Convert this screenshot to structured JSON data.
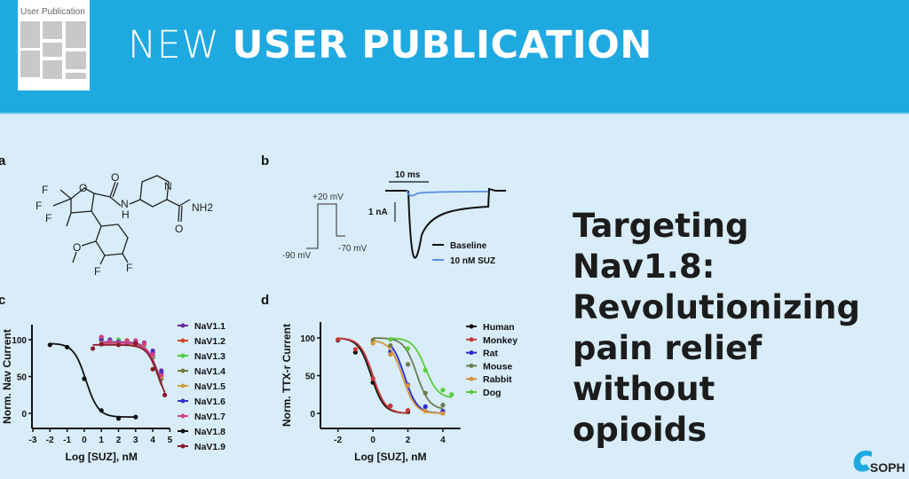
{
  "header": {
    "doc_icon_label": "User Publication",
    "title_light": "NEW",
    "title_bold": "USER PUBLICATION",
    "color": "#1fa9e1"
  },
  "headline": [
    "Targeting Nav1.8:",
    "Revolutionizing",
    "pain relief without",
    "opioids"
  ],
  "logo_text": "SOPH",
  "panel_labels": {
    "a": "a",
    "b": "b",
    "c": "c",
    "d": "d"
  },
  "molecule": {
    "atoms": [
      "F",
      "F",
      "F",
      "O",
      "O",
      "N",
      "H",
      "N",
      "NH2",
      "O",
      "O",
      "F",
      "F"
    ]
  },
  "trace": {
    "scale_time": "10 ms",
    "scale_current": "1 nA",
    "v_step": "+20 mV",
    "v_hold": "-90 mV",
    "v_post": "-70 mV",
    "legend": [
      {
        "label": "Baseline",
        "color": "#111111"
      },
      {
        "label": "10 nM SUZ",
        "color": "#5b8de0"
      }
    ]
  },
  "chart_data": [
    {
      "type": "line",
      "panel": "c",
      "xlabel": "Log [SUZ], nM",
      "ylabel": "Norm. Nav Current",
      "xlim": [
        -3,
        5
      ],
      "ylim": [
        -20,
        120
      ],
      "xticks": [
        -3,
        -2,
        -1,
        0,
        1,
        2,
        3,
        4,
        5
      ],
      "yticks": [
        0,
        50,
        100
      ],
      "legend_position": "right",
      "series": [
        {
          "name": "NaV1.1",
          "color": "#6a2aa0",
          "x": [
            1,
            1.5,
            2,
            2.5,
            3,
            3.5,
            4,
            4.5
          ],
          "y": [
            103,
            100,
            98,
            97,
            98,
            96,
            85,
            58
          ],
          "ic50": 4.4,
          "top": 97,
          "bottom": 0
        },
        {
          "name": "NaV1.2",
          "color": "#d9442a",
          "x": [
            1,
            1.5,
            2,
            2.5,
            3,
            3.5,
            4,
            4.5
          ],
          "y": [
            100,
            97,
            95,
            99,
            97,
            94,
            80,
            50
          ],
          "ic50": 4.4,
          "top": 96,
          "bottom": 0
        },
        {
          "name": "NaV1.3",
          "color": "#4fcf3a",
          "x": [
            1,
            1.5,
            2,
            2.5,
            3,
            3.5,
            4,
            4.5
          ],
          "y": [
            100,
            99,
            100,
            96,
            94,
            93,
            78,
            48
          ],
          "ic50": 4.35,
          "top": 96,
          "bottom": 0
        },
        {
          "name": "NaV1.4",
          "color": "#7a7a3a",
          "x": [
            1,
            1.5,
            2,
            2.5,
            3,
            3.5,
            4,
            4.5
          ],
          "y": [
            98,
            96,
            95,
            97,
            96,
            93,
            76,
            47
          ],
          "ic50": 4.35,
          "top": 95,
          "bottom": 0
        },
        {
          "name": "NaV1.5",
          "color": "#d4a040",
          "x": [
            1,
            1.5,
            2,
            2.5,
            3,
            3.5,
            4,
            4.5
          ],
          "y": [
            99,
            97,
            96,
            95,
            98,
            94,
            79,
            50
          ],
          "ic50": 4.4,
          "top": 95,
          "bottom": 0
        },
        {
          "name": "NaV1.6",
          "color": "#3030d0",
          "x": [
            1,
            1.5,
            2,
            2.5,
            3,
            3.5,
            4,
            4.5
          ],
          "y": [
            101,
            99,
            97,
            96,
            95,
            95,
            82,
            55
          ],
          "ic50": 4.4,
          "top": 96,
          "bottom": 0
        },
        {
          "name": "NaV1.7",
          "color": "#d0408a",
          "x": [
            1,
            1.5,
            2,
            2.5,
            3,
            3.5,
            4,
            4.5
          ],
          "y": [
            104,
            98,
            96,
            97,
            99,
            95,
            80,
            52
          ],
          "ic50": 4.4,
          "top": 96,
          "bottom": 0
        },
        {
          "name": "NaV1.8",
          "color": "#111111",
          "x": [
            -2,
            -1,
            0,
            1,
            2,
            3
          ],
          "y": [
            93,
            90,
            47,
            4,
            -7,
            -5
          ],
          "ic50": 0.1,
          "top": 95,
          "bottom": -5
        },
        {
          "name": "NaV1.9",
          "color": "#8a1a2a",
          "x": [
            0.5,
            1,
            2,
            3,
            4,
            4.7
          ],
          "y": [
            88,
            94,
            93,
            95,
            60,
            25
          ],
          "ic50": 4.4,
          "top": 93,
          "bottom": 0
        }
      ]
    },
    {
      "type": "line",
      "panel": "d",
      "xlabel": "Log [SUZ], nM",
      "ylabel": "Norm. TTX-r Current",
      "xlim": [
        -3,
        5
      ],
      "ylim": [
        -20,
        120
      ],
      "xticks": [
        -2,
        0,
        2,
        4
      ],
      "yticks": [
        0,
        50,
        100
      ],
      "legend_position": "right",
      "series": [
        {
          "name": "Human",
          "color": "#111111",
          "x": [
            -2,
            -1,
            0,
            1,
            2
          ],
          "y": [
            97,
            81,
            41,
            10,
            2
          ],
          "ic50": -0.1,
          "top": 100,
          "bottom": 0
        },
        {
          "name": "Monkey",
          "color": "#c83a3a",
          "x": [
            -2,
            -1,
            0,
            1,
            2
          ],
          "y": [
            98,
            85,
            46,
            10,
            4
          ],
          "ic50": 0,
          "top": 100,
          "bottom": 0
        },
        {
          "name": "Rat",
          "color": "#2a2ad0",
          "x": [
            1,
            2,
            3,
            4
          ],
          "y": [
            82,
            38,
            9,
            3
          ],
          "ic50": 1.8,
          "top": 100,
          "bottom": 0
        },
        {
          "name": "Mouse",
          "color": "#6e7a4e",
          "x": [
            0,
            1,
            2,
            3,
            4
          ],
          "y": [
            97,
            90,
            65,
            27,
            11
          ],
          "ic50": 2.5,
          "top": 100,
          "bottom": 5
        },
        {
          "name": "Rabbit",
          "color": "#d4933a",
          "x": [
            0,
            1,
            2,
            3,
            4
          ],
          "y": [
            93,
            78,
            37,
            3,
            0
          ],
          "ic50": 1.7,
          "top": 97,
          "bottom": 0
        },
        {
          "name": "Dog",
          "color": "#5ccc3a",
          "x": [
            1,
            2,
            3,
            4,
            4.5
          ],
          "y": [
            98,
            86,
            57,
            31,
            25
          ],
          "ic50": 3,
          "top": 100,
          "bottom": 20
        }
      ]
    }
  ]
}
